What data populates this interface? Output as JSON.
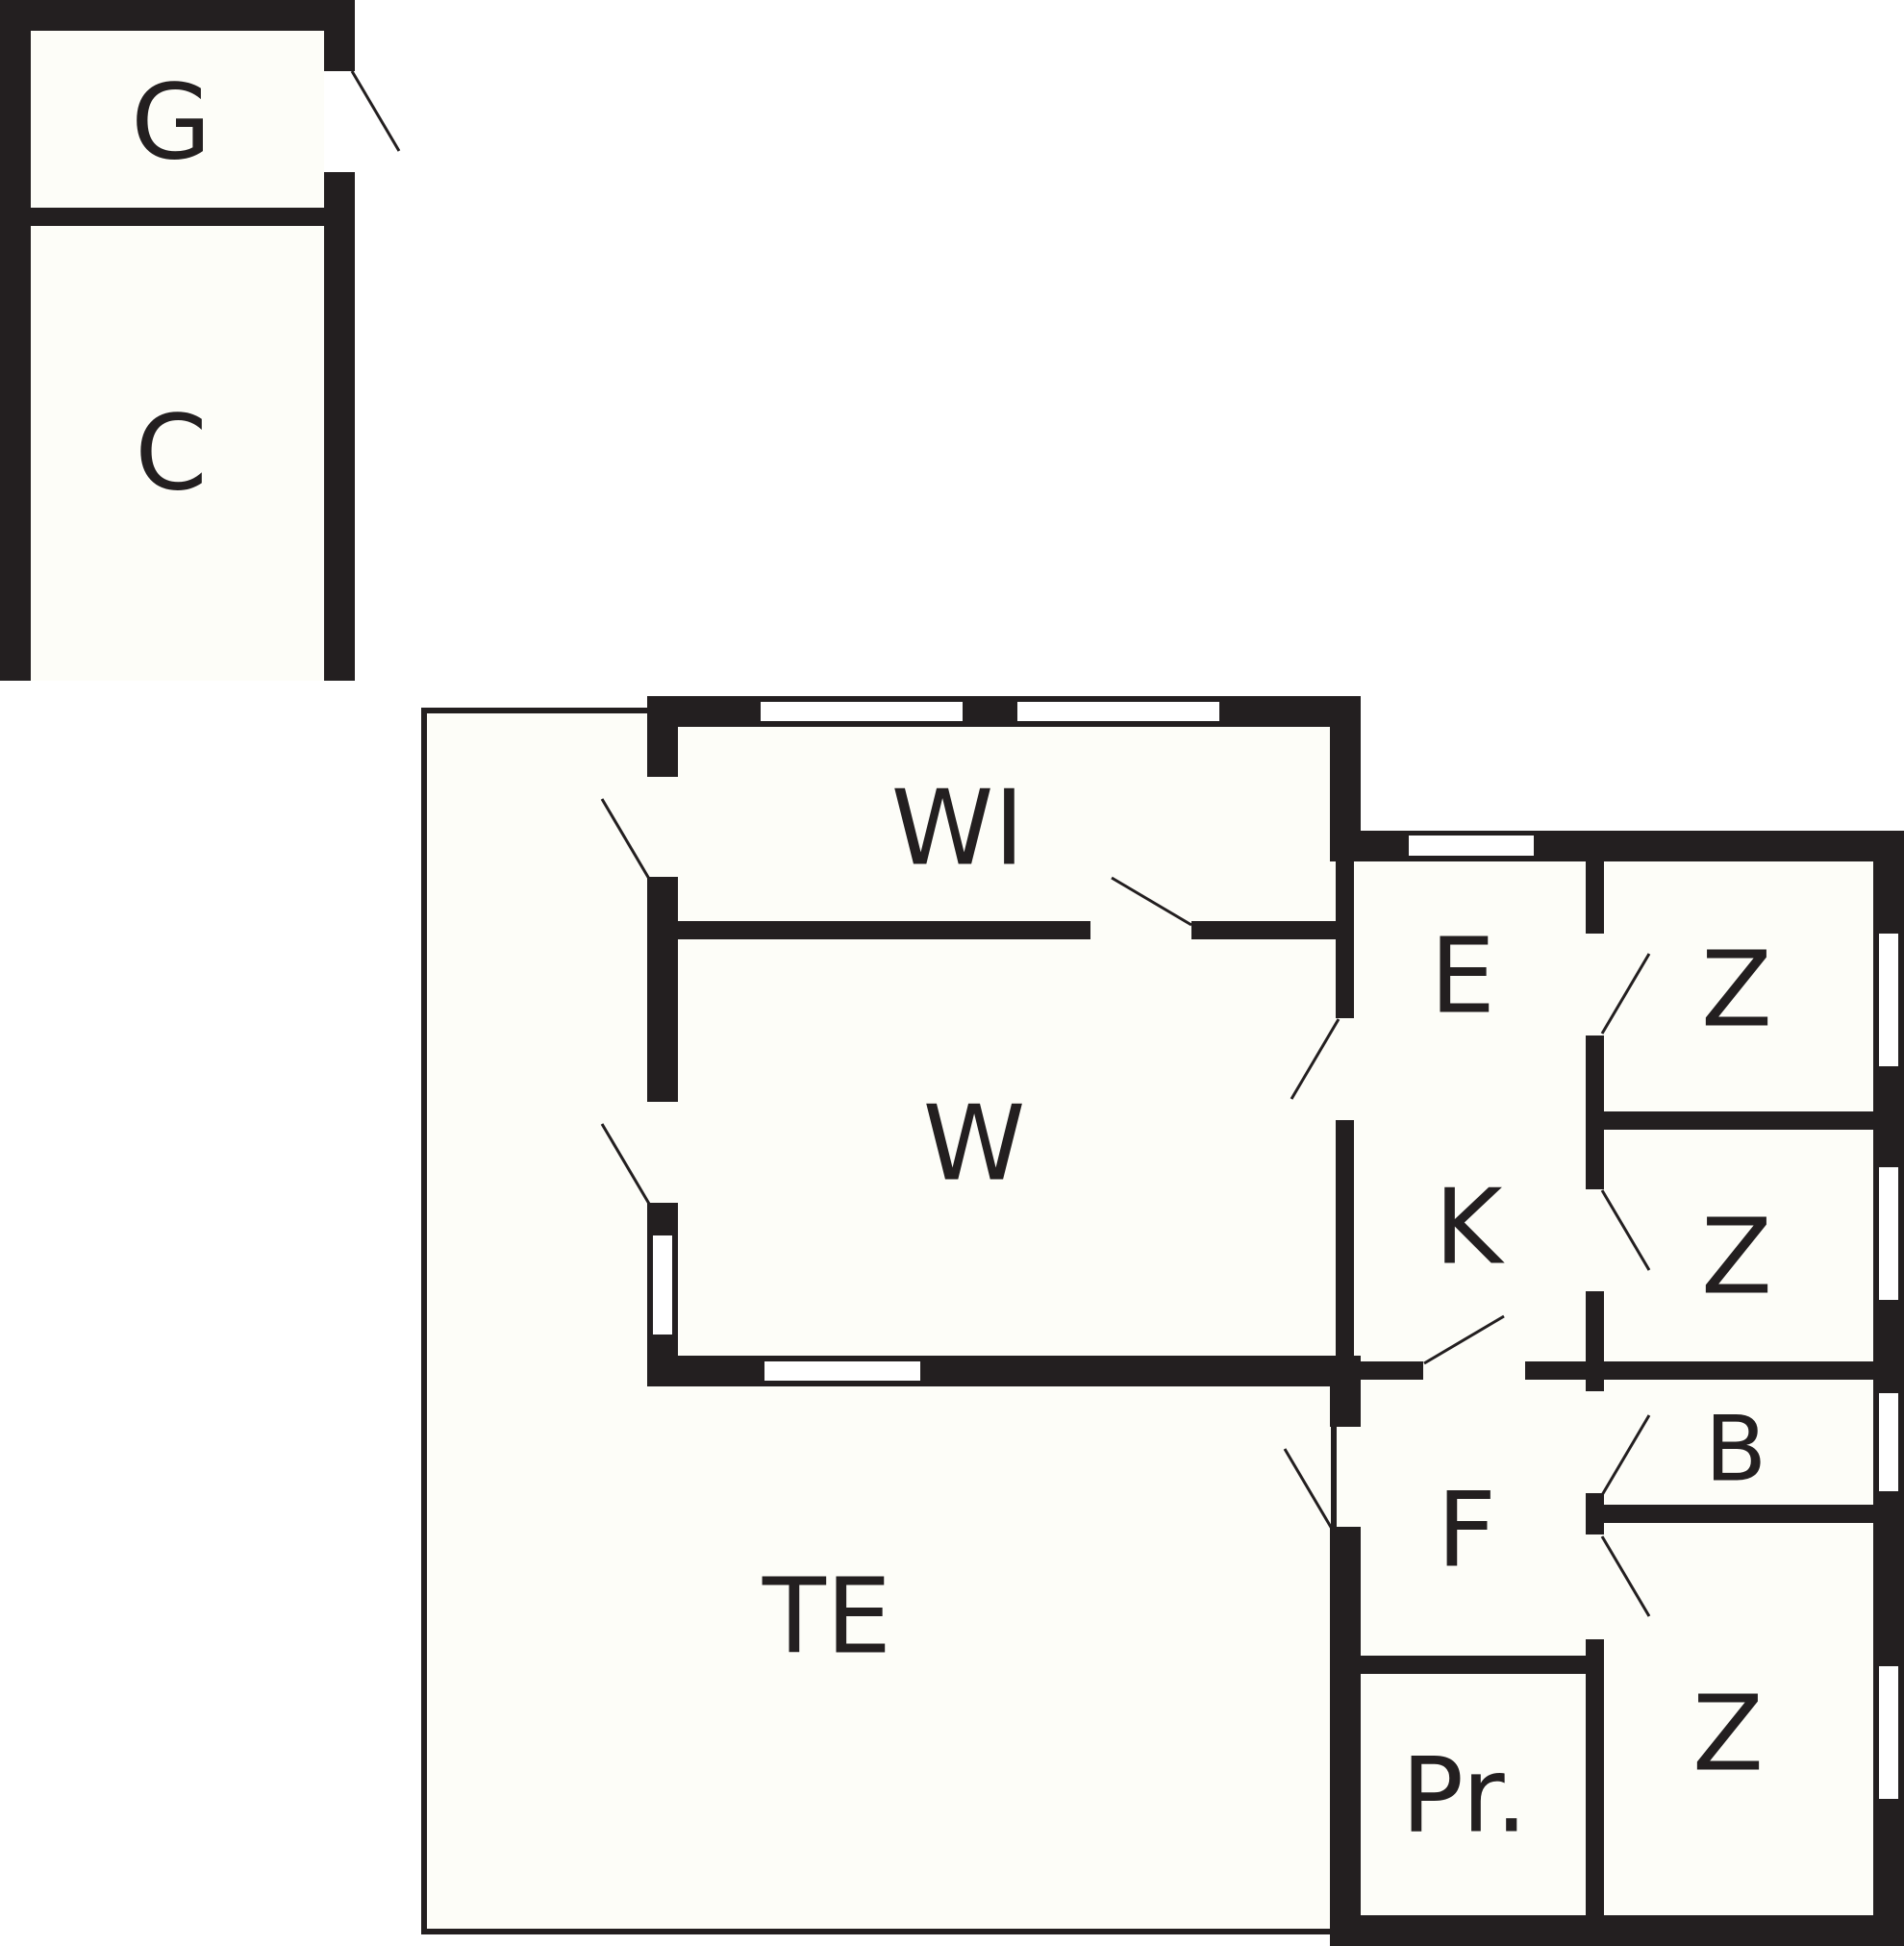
{
  "floorplan": {
    "colors": {
      "wall": "#231f20",
      "floor": "#fdfdf8",
      "background": "#ffffff"
    },
    "rooms": {
      "g": "G",
      "c": "C",
      "wi": "WI",
      "w": "W",
      "e": "E",
      "k": "K",
      "z1": "Z",
      "z2": "Z",
      "b": "B",
      "f": "F",
      "z3": "Z",
      "pr": "Pr.",
      "te": "TE"
    }
  }
}
